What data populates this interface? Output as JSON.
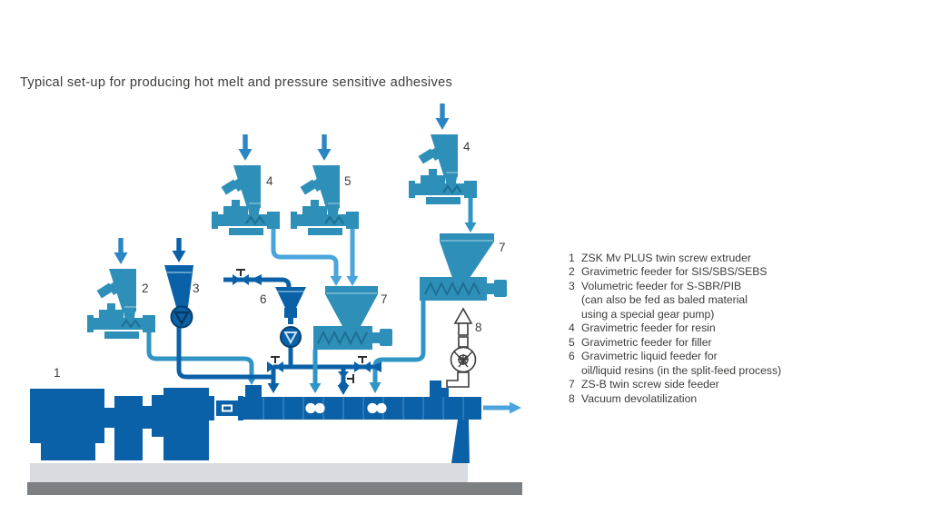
{
  "title": "Typical set-up for producing hot melt and pressure sensitive adhesives",
  "colors": {
    "darkBlue": "#0B61A8",
    "teal": "#2E8FB8",
    "pipeTeal": "#3095C4",
    "arrowBlue": "#2C86C6",
    "lightBlue": "#4AA5DC",
    "grayLight": "#D8DBDF",
    "grayDark": "#7D8083",
    "textColor": "#3C3C3B",
    "screwDark": "#1D6F94",
    "divider": "#3C86C2"
  },
  "legend": {
    "lines": [
      {
        "num": "1",
        "text": "ZSK Mv PLUS twin screw extruder"
      },
      {
        "num": "2",
        "text": "Gravimetric feeder for SIS/SBS/SEBS"
      },
      {
        "num": "3",
        "text": "Volumetric feeder for S-SBR/PIB"
      },
      {
        "num": "",
        "text": "(can also be fed as baled material"
      },
      {
        "num": "",
        "text": "using a special gear pump)"
      },
      {
        "num": "4",
        "text": "Gravimetric feeder for resin"
      },
      {
        "num": "5",
        "text": "Gravimetric feeder for filler"
      },
      {
        "num": "6",
        "text": "Gravimetric liquid feeder for"
      },
      {
        "num": "",
        "text": "oil/liquid resins (in the split-feed process)"
      },
      {
        "num": "7",
        "text": "ZS-B twin screw side feeder"
      },
      {
        "num": "8",
        "text": "Vacuum devolatilization"
      }
    ]
  },
  "diagram": {
    "labels": {
      "extruder": "1",
      "feeder2": "2",
      "feeder3": "3",
      "feeder4_mid": "4",
      "feeder5": "5",
      "feeder4_right": "4",
      "liquid6": "6",
      "side7_mid": "7",
      "side7_right": "7",
      "vacuum8": "8"
    }
  }
}
